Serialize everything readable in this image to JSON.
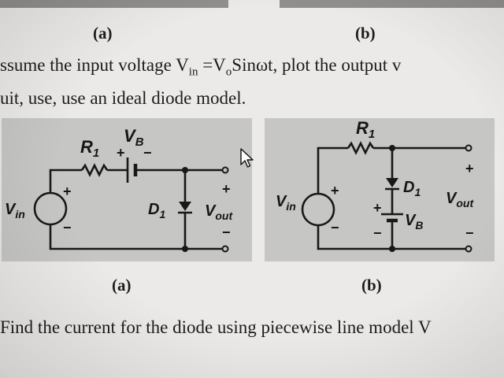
{
  "captions_top": {
    "a": "(a)",
    "b": "(b)"
  },
  "paragraph": {
    "line1_prefix": "ssume the input voltage V",
    "line1_sub_in": "in",
    "line1_eq": " =V",
    "line1_sub_o": "o",
    "line1_suffix": "Sinωt, plot the output v",
    "line2": "uit, use, use an ideal diode model."
  },
  "circuit_a": {
    "vb_label": "V",
    "vb_sub": "B",
    "r1_label": "R",
    "r1_sub": "1",
    "plus": "+",
    "minus": "−",
    "vin_label": "V",
    "vin_sub": "in",
    "d1_label": "D",
    "d1_sub": "1",
    "vout_label": "V",
    "vout_sub": "out"
  },
  "circuit_b": {
    "r1_label": "R",
    "r1_sub": "1",
    "plus": "+",
    "minus": "−",
    "vin_label": "V",
    "vin_sub": "in",
    "d1_label": "D",
    "d1_sub": "1",
    "vb_label": "V",
    "vb_sub": "B",
    "vout_label": "V",
    "vout_sub": "out"
  },
  "captions_bottom": {
    "a": "(a)",
    "b": "(b)"
  },
  "bottom_line": "Find the current for the diode using piecewise line model V"
}
